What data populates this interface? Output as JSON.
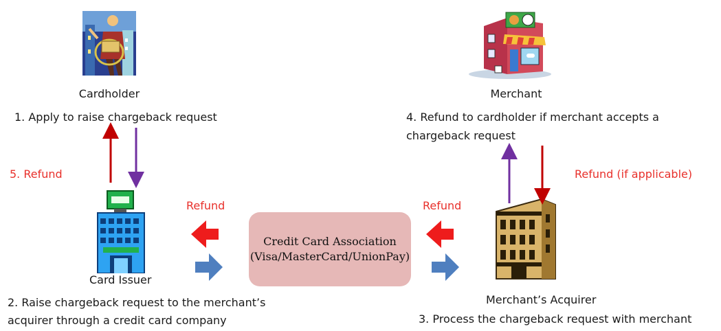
{
  "cardholder": {
    "label": "Cardholder",
    "step": "1. Apply to raise chargeback request"
  },
  "merchant": {
    "label": "Merchant",
    "step_line1": "4. Refund to cardholder if merchant accepts a",
    "step_line2": "chargeback request"
  },
  "issuer": {
    "label": "Card Issuer",
    "refund_label": "5. Refund",
    "step_line1": "2.  Raise chargeback request to  the merchant’s",
    "step_line2": "acquirer through a credit card company"
  },
  "association": {
    "line1": "Credit Card Association",
    "line2": "(Visa/MasterCard/UnionPay)",
    "color": "#e6b8b7"
  },
  "acquirer": {
    "label": "Merchant’s Acquirer",
    "refund_label": "Refund (if applicable)",
    "step": "3. Process the chargeback request with merchant"
  },
  "arrows": {
    "left_refund_label": "Refund",
    "right_refund_label": "Refund",
    "refund_color": "#ee1c1c",
    "forward_color": "#4f7fbf",
    "vertical_red": "#c00000",
    "vertical_purple": "#7030a0"
  }
}
